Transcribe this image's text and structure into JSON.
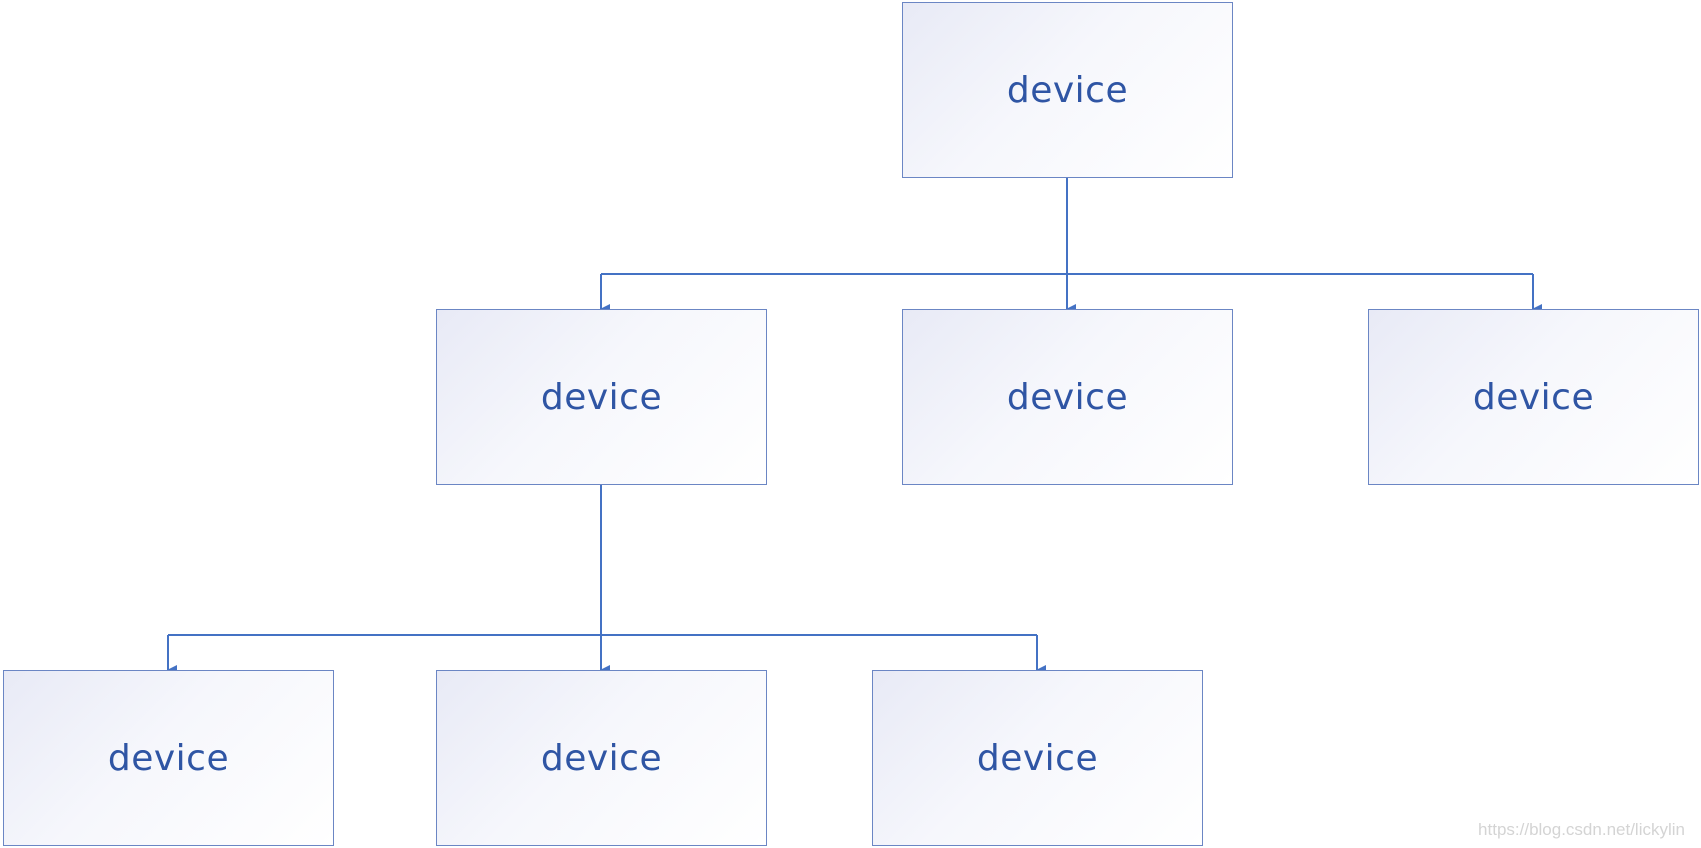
{
  "diagram": {
    "nodes": [
      {
        "id": "root",
        "label": "device"
      },
      {
        "id": "level1-left",
        "label": "device"
      },
      {
        "id": "level1-middle",
        "label": "device"
      },
      {
        "id": "level1-right",
        "label": "device"
      },
      {
        "id": "level2-left",
        "label": "device"
      },
      {
        "id": "level2-middle",
        "label": "device"
      },
      {
        "id": "level2-right",
        "label": "device"
      }
    ],
    "edges": [
      {
        "from": "root",
        "to": "level1-left"
      },
      {
        "from": "root",
        "to": "level1-middle"
      },
      {
        "from": "root",
        "to": "level1-right"
      },
      {
        "from": "level1-left",
        "to": "level2-left"
      },
      {
        "from": "level1-left",
        "to": "level2-middle"
      },
      {
        "from": "level1-left",
        "to": "level2-right"
      }
    ],
    "colors": {
      "line": "#4472c4",
      "box_border": "#6b86c4",
      "text": "#2f55a4"
    }
  },
  "watermark": "https://blog.csdn.net/lickylin"
}
